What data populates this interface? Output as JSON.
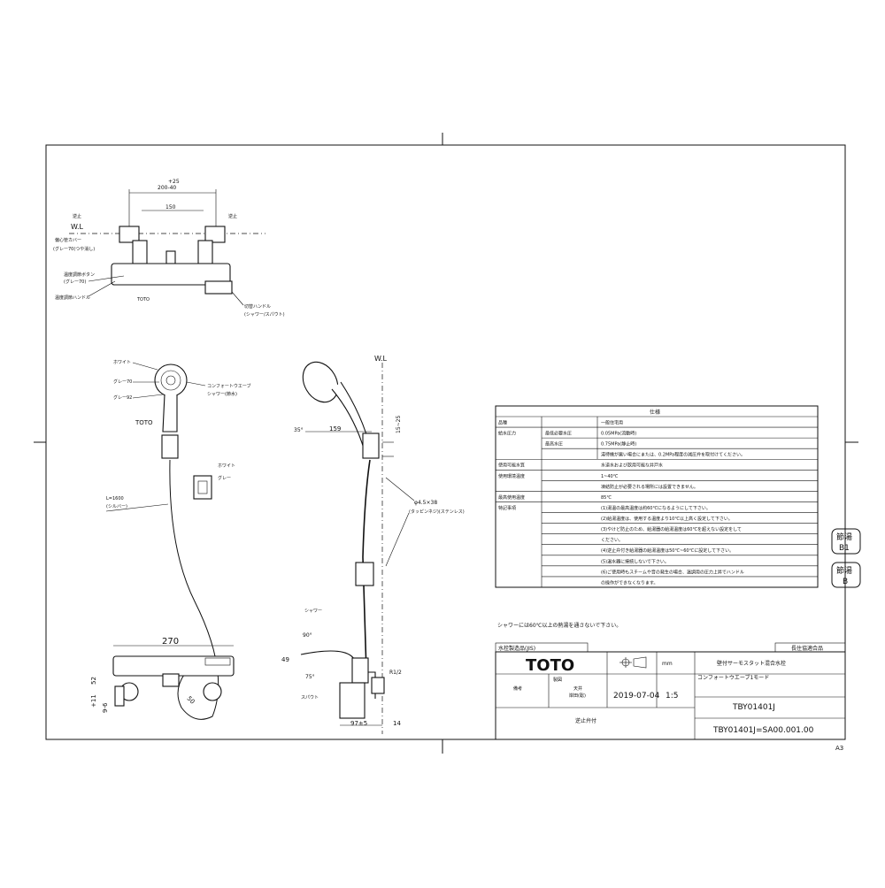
{
  "top_view": {
    "dim_total": "+25\n200-40",
    "dim_plus": "+25",
    "dim_range": "200-40",
    "dim_center": "150",
    "wl": "W.L",
    "brand_mark": "TOTO",
    "label_left_1": "逆止",
    "label_left_2": "偏心管カバー",
    "label_left_3": "(グレー70(つや消し)",
    "label_left_4": "温度調節ボタン",
    "label_left_5": "(グレー70)",
    "label_left_6": "温度調節ハンドル",
    "label_right_1": "逆止",
    "label_right_2": "切替ハンドル",
    "label_right_3": "(シャワー/スパウト)"
  },
  "shower_head": {
    "label_white": "ホワイト",
    "label_gray70": "グレー70",
    "label_gray92": "グレー92",
    "label_comfort": "コンフォートウエーブ",
    "label_comfort2": "シャワー(節水)",
    "brand_mark": "TOTO",
    "hose_length": "L=1600",
    "hose_color": "(シルバー)",
    "holder_white": "ホワイト",
    "holder_gray": "グレー"
  },
  "side_view": {
    "wl": "W.L",
    "angle_35": "35°",
    "dim_159": "159",
    "dim_15_25": "15~25",
    "dim_phi": "φ4.5×38",
    "dim_phi_note": "(タッピンネジ)(ステンレス)",
    "label_shower": "シャワー",
    "angle_90": "90°",
    "angle_75": "75°",
    "label_spout": "スパウト",
    "dim_49": "49",
    "dim_r12": "R1/2",
    "dim_97": "97±5",
    "dim_14": "14"
  },
  "front_view": {
    "dim_270": "270",
    "dim_52": "52",
    "dim_11": "+11",
    "dim_9": "9-6",
    "dim_50": "50"
  },
  "spec_table": {
    "title": "仕様",
    "rows": [
      {
        "col1": "品種",
        "col2": "",
        "col3": "一般住宅用"
      },
      {
        "col1": "給水圧力",
        "col2": "最低必要水圧",
        "col3": "0.05MPa(流動時)"
      },
      {
        "col1": "",
        "col2": "最高水圧",
        "col3": "0.75MPa(静止時)"
      },
      {
        "col1": "",
        "col2": "",
        "col3": "湯待機が悪い場合にまたは、0.2MPa程度の減圧弁を取付けてください。"
      },
      {
        "col1": "使用可能水質",
        "col2": "",
        "col3": "水道水および飲用可能な井戸水"
      },
      {
        "col1": "使用環境温度",
        "col2": "",
        "col3": "1~40℃"
      },
      {
        "col1": "",
        "col2": "",
        "col3": "凍結防止が必要される場所には設置できません。"
      },
      {
        "col1": "最高使用温度",
        "col2": "",
        "col3": "85℃"
      },
      {
        "col1": "特記事項",
        "col2": "",
        "col3": "(1)湯温の最高温度は約60℃になるようにして下さい。"
      },
      {
        "col1": "",
        "col2": "",
        "col3": "(2)給湯温度は、使用する温度より10℃以上高く設定して下さい。"
      },
      {
        "col1": "",
        "col2": "",
        "col3": "(3)やけど防止のため、給湯器の給湯温度は60℃を超えない設定をして"
      },
      {
        "col1": "",
        "col2": "",
        "col3": "ください。"
      },
      {
        "col1": "",
        "col2": "",
        "col3": "(4)逆止弁付き給湯器の給湯温度は50℃~60℃に設定して下さい。"
      },
      {
        "col1": "",
        "col2": "",
        "col3": "(5)温水器に接続しないで下さい。"
      },
      {
        "col1": "",
        "col2": "",
        "col3": "(6)ご使用時もスチームや音の発生の場合、温調用の圧力上昇でハンドル"
      },
      {
        "col1": "",
        "col2": "",
        "col3": "の操作ができなくなります。"
      }
    ],
    "stamp_1": "節湯",
    "stamp_1b": "B1",
    "stamp_2": "節湯",
    "stamp_2b": "B"
  },
  "notes": {
    "shower_note": "シャワーには60℃以上の熱湯を通さないで下さい。",
    "jis": "水栓製造品(JIS)",
    "sb": "長住協適合品"
  },
  "title_block": {
    "logo": "TOTO",
    "units": "mm",
    "product_name": "壁付サーモスタット混合水栓",
    "product_sub": "コンフォートウエーブ1モード",
    "date": "2019-07-04",
    "scale": "1:5",
    "model": "TBY01401J",
    "drawing_no": "TBY01401J=SA00.001.00",
    "col_a": "備考",
    "col_b": "製図",
    "col_c": "天井",
    "col_d": "岸田(聡)",
    "remark": "逆止弁付",
    "sheet_size": "A3"
  }
}
